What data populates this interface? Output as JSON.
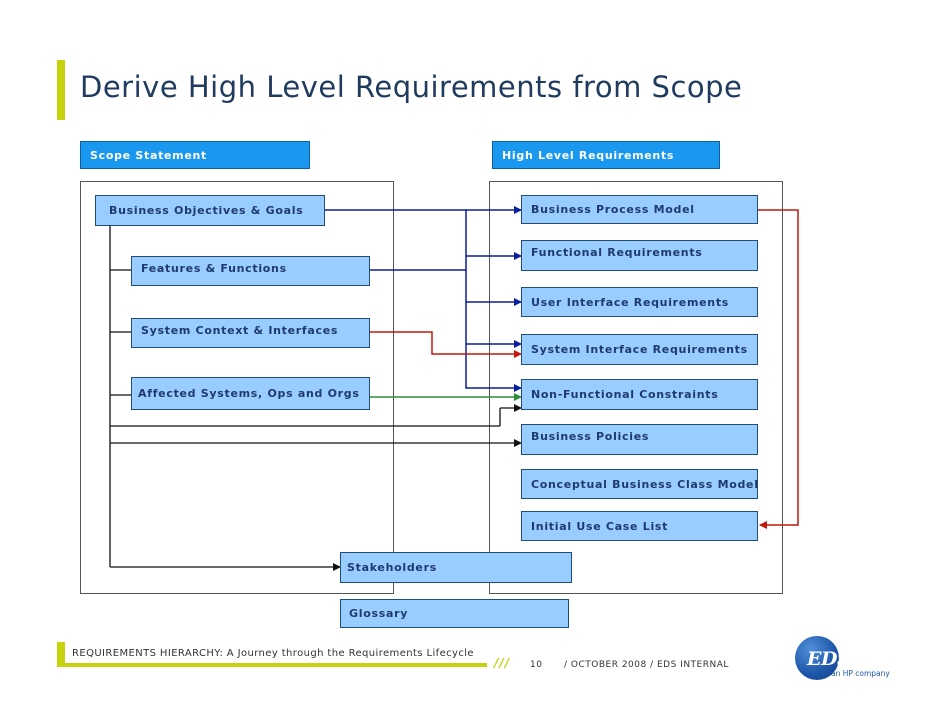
{
  "title": "Derive High Level Requirements from Scope",
  "headers": {
    "scope": "Scope Statement",
    "hlr": "High Level Requirements"
  },
  "scope_items": {
    "objectives": "Business Objectives & Goals",
    "features": "Features & Functions",
    "context": "System Context & Interfaces",
    "affected": "Affected Systems, Ops and Orgs"
  },
  "requirements": [
    "Business Process Model",
    "Functional Requirements",
    "User Interface Requirements",
    "System Interface Requirements",
    "Non-Functional Constraints",
    "Business Policies",
    "Conceptual Business Class Model",
    "Initial Use Case List"
  ],
  "shared": {
    "stakeholders": "Stakeholders",
    "glossary": "Glossary"
  },
  "colors": {
    "blue_connector": "#0a1f9c",
    "red_connector": "#c0180c",
    "green_connector": "#2c8c3c",
    "black_connector": "#111111",
    "accent": "#c5d20c",
    "box_fill": "#99ccff",
    "header_fill": "#1a98f0"
  },
  "footer": {
    "text": "REQUIREMENTS HIERARCHY: A Journey through the Requirements Lifecycle",
    "slashes": "///",
    "page": "10",
    "right": "/ OCTOBER 2008  /  EDS INTERNAL"
  },
  "logo": {
    "name": "EDS",
    "subtitle": "an HP company"
  }
}
